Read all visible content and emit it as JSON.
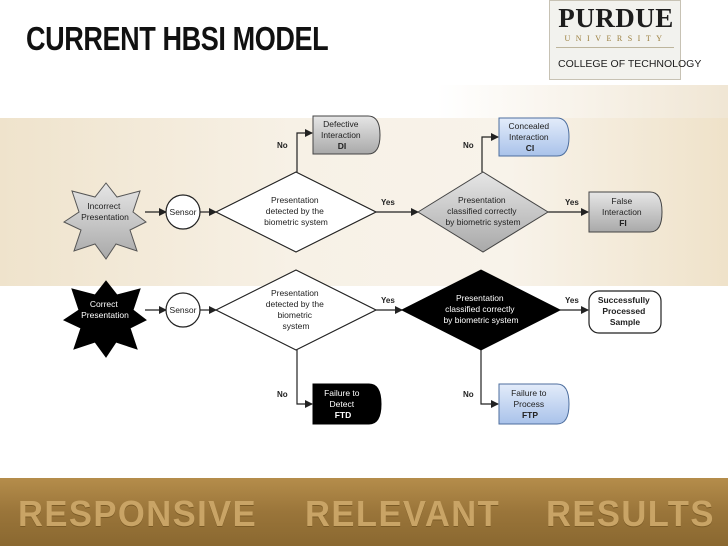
{
  "slide": {
    "title": "CURRENT HBSI MODEL",
    "logo": {
      "name": "PURDUE",
      "sub": "UNIVERSITY",
      "college": "COLLEGE OF TECHNOLOGY"
    },
    "footer": [
      "RESPONSIVE",
      "RELEVANT",
      "RESULTS"
    ]
  },
  "diagram": {
    "row1": {
      "start": [
        "Incorrect",
        "Presentation"
      ],
      "sensor": "Sensor",
      "decision1": [
        "Presentation",
        "detected by the",
        "biometric system"
      ],
      "decision2": [
        "Presentation",
        "classified correctly",
        "by biometric system"
      ],
      "di": [
        "Defective",
        "Interaction",
        "DI"
      ],
      "ci": [
        "Concealed",
        "Interaction",
        "CI"
      ],
      "fi": [
        "False",
        "Interaction",
        "FI"
      ]
    },
    "row2": {
      "start": [
        "Correct",
        "Presentation"
      ],
      "sensor": "Sensor",
      "decision1": [
        "Presentation",
        "detected by the",
        "biometric",
        "system"
      ],
      "decision2": [
        "Presentation",
        "classified correctly",
        "by biometric system"
      ],
      "success": [
        "Successfully",
        "Processed",
        "Sample"
      ],
      "ftd": [
        "Failure to",
        "Detect",
        "FTD"
      ],
      "ftp": [
        "Failure to",
        "Process",
        "FTP"
      ]
    },
    "labels": {
      "yes": "Yes",
      "no": "No"
    }
  }
}
